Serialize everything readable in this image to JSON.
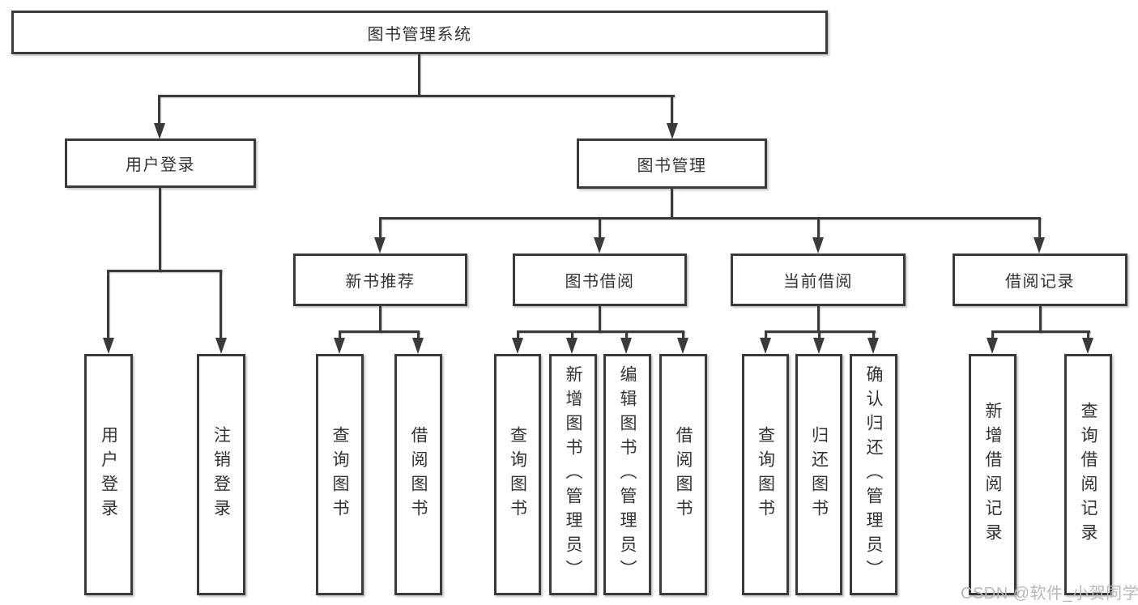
{
  "diagram": {
    "root": {
      "label": "图书管理系统"
    },
    "level2": [
      {
        "id": "user-login",
        "label": "用户登录"
      },
      {
        "id": "book-management",
        "label": "图书管理"
      }
    ],
    "level3": [
      {
        "id": "new-book-recommend",
        "label": "新书推荐"
      },
      {
        "id": "book-borrowing",
        "label": "图书借阅"
      },
      {
        "id": "current-borrowing",
        "label": "当前借阅"
      },
      {
        "id": "borrow-records",
        "label": "借阅记录"
      }
    ],
    "leaves": [
      {
        "id": "user-login-leaf",
        "label": "用户登录"
      },
      {
        "id": "logout-leaf",
        "label": "注销登录"
      },
      {
        "id": "query-books-1",
        "label": "查询图书"
      },
      {
        "id": "borrow-books-1",
        "label": "借阅图书"
      },
      {
        "id": "query-books-2",
        "label": "查询图书"
      },
      {
        "id": "add-book-admin",
        "label": "新增图书（管理员）"
      },
      {
        "id": "edit-book-admin",
        "label": "编辑图书（管理员）"
      },
      {
        "id": "borrow-books-2",
        "label": "借阅图书"
      },
      {
        "id": "query-books-3",
        "label": "查询图书"
      },
      {
        "id": "return-books",
        "label": "归还图书"
      },
      {
        "id": "confirm-return-admin",
        "label": "确认归还（管理员）"
      },
      {
        "id": "add-borrow-record",
        "label": "新增借阅记录"
      },
      {
        "id": "query-borrow-record",
        "label": "查询借阅记录"
      }
    ],
    "watermark": "CSDN @软件_小贺同学"
  },
  "colors": {
    "line": "#3a3a3a",
    "text": "#333333",
    "box_background": "#ffffff",
    "watermark": "#b9b9b9",
    "page_background": "#ffffff"
  }
}
